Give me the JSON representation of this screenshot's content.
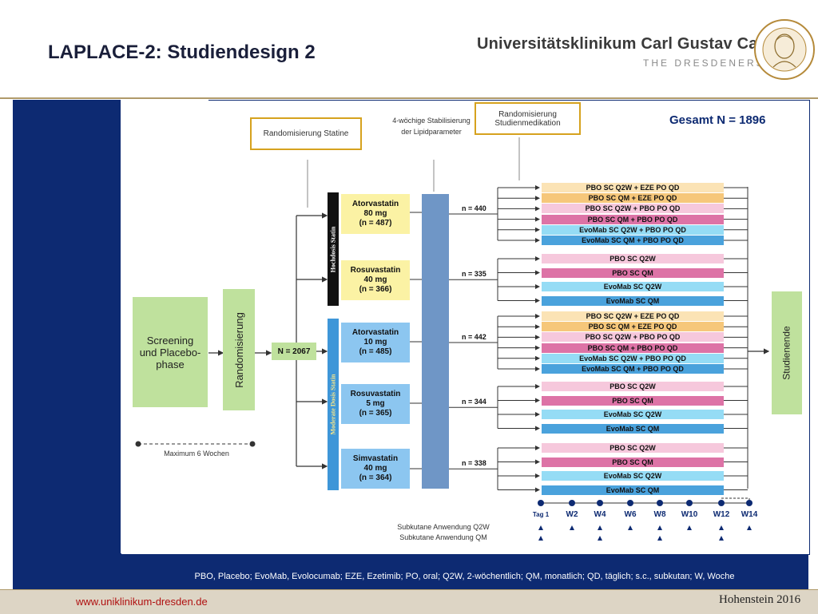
{
  "title": "LAPLACE-2: Studiendesign 2",
  "header": {
    "university": "Universitätsklinikum Carl Gustav Carus",
    "tagline": "THE DRESDENERS."
  },
  "footer": {
    "url": "www.uniklinikum-dresden.de",
    "citation": "Hohenstein 2016"
  },
  "legend": "PBO, Placebo; EvoMab, Evolocumab; EZE, Ezetimib; PO, oral; Q2W, 2-wöchentlich; QM, monatlich; QD, täglich; s.c., subkutan; W, Woche",
  "colors": {
    "frame": "#0d2a72",
    "gold": "#d6a21e",
    "green": "#bfe19d",
    "yellow": "#fbf2a4",
    "blue": "#3e96d8"
  },
  "diagram": {
    "screening": "Screening und Placebo-phase",
    "randomisierung": "Randomisierung",
    "n_total": "N = 2067",
    "max_weeks": "Maximum 6 Wochen",
    "rand_statine": "Randomisierung Statine",
    "stabilisierung": "4-wöchige Stabilisierung der Lipidparameter",
    "rand_studienmed": "Randomisierung Studienmedikation",
    "gesamt": "Gesamt N = 1896",
    "hochdosis": "Hochdosis Statin",
    "moderat": "Moderate Dosis Statin",
    "studienende": "Studienende",
    "subkutan_q2w": "Subkutane Anwendung  Q2W",
    "subkutan_qm": "Subkutane Anwendung QM",
    "statins": [
      {
        "name": "Atorvastatin",
        "dose": "80 mg",
        "n": "(n = 487)"
      },
      {
        "name": "Rosuvastatin",
        "dose": "40 mg",
        "n": "(n = 366)"
      },
      {
        "name": "Atorvastatin",
        "dose": "10 mg",
        "n": "(n = 485)"
      },
      {
        "name": "Rosuvastatin",
        "dose": "5 mg",
        "n": "(n = 365)"
      },
      {
        "name": "Simvastatin",
        "dose": "40 mg",
        "n": "(n = 364)"
      }
    ],
    "group_n": [
      "n = 440",
      "n = 335",
      "n = 442",
      "n = 344",
      "n = 338"
    ],
    "groups": [
      [
        "PBO SC Q2W + EZE PO QD",
        "PBO SC QM + EZE PO QD",
        "PBO SC Q2W + PBO PO QD",
        "PBO SC QM + PBO PO QD",
        "EvoMab SC Q2W + PBO PO QD",
        "EvoMab SC QM + PBO PO QD"
      ],
      [
        "PBO SC Q2W",
        "PBO SC QM",
        "EvoMab SC Q2W",
        "EvoMab SC QM"
      ],
      [
        "PBO SC Q2W + EZE PO QD",
        "PBO SC QM + EZE PO QD",
        "PBO SC Q2W + PBO PO QD",
        "PBO SC QM + PBO PO QD",
        "EvoMab SC Q2W + PBO PO QD",
        "EvoMab SC QM + PBO PO QD"
      ],
      [
        "PBO SC Q2W",
        "PBO SC QM",
        "EvoMab SC Q2W",
        "EvoMab SC QM"
      ],
      [
        "PBO SC Q2W",
        "PBO SC QM",
        "EvoMab SC Q2W",
        "EvoMab SC QM"
      ]
    ],
    "timeline": [
      "Tag 1",
      "W2",
      "W4",
      "W6",
      "W8",
      "W10",
      "W12",
      "W14"
    ]
  }
}
